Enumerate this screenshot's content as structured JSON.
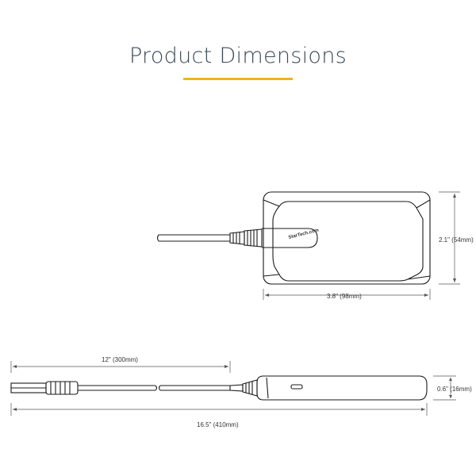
{
  "title": "Product Dimensions",
  "accent_color": "#f0b419",
  "brand_label": "StarTech.com",
  "dimensions": {
    "top_width": "3.8\" (98mm)",
    "top_height": "2.1\" (54mm)",
    "cable_length": "12\" (300mm)",
    "side_thickness": "0.6\" (16mm)",
    "total_length": "16.5\" (410mm)"
  }
}
